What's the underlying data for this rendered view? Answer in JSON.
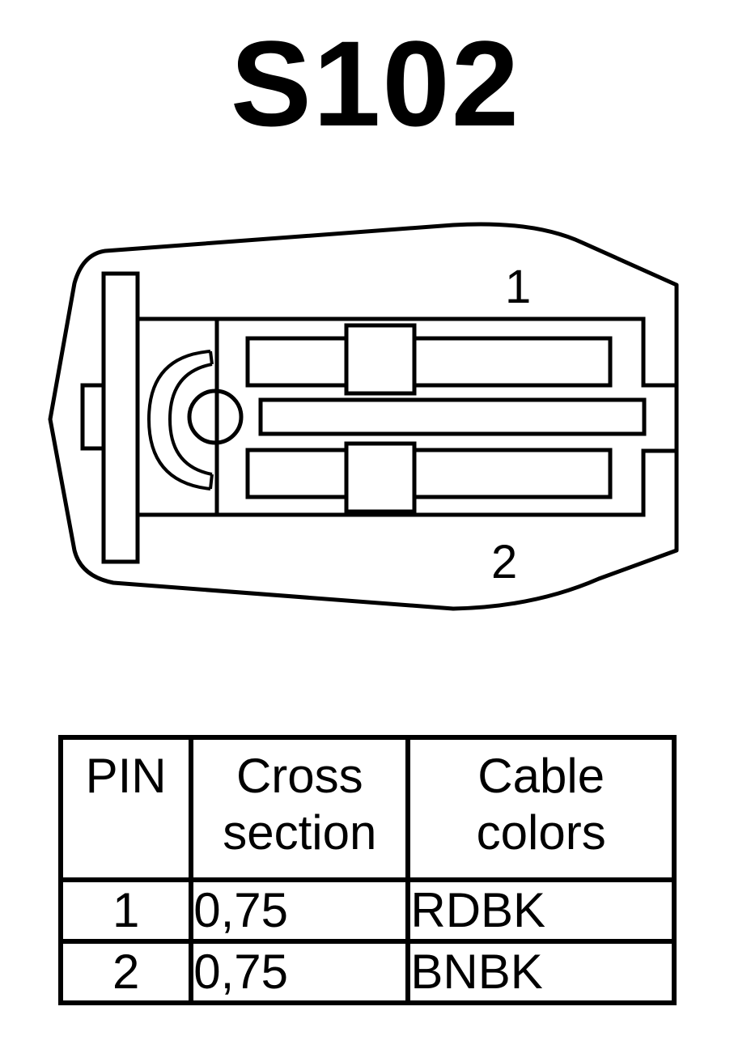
{
  "title": "S102",
  "connector": {
    "pin_labels": [
      "1",
      "2"
    ]
  },
  "table": {
    "headers": {
      "pin": "PIN",
      "cross_line1": "Cross",
      "cross_line2": "section",
      "color_line1": "Cable",
      "color_line2": "colors"
    },
    "rows": [
      {
        "pin": "1",
        "cross_section": "0,75",
        "color": "RDBK"
      },
      {
        "pin": "2",
        "cross_section": "0,75",
        "color": "BNBK"
      }
    ]
  }
}
